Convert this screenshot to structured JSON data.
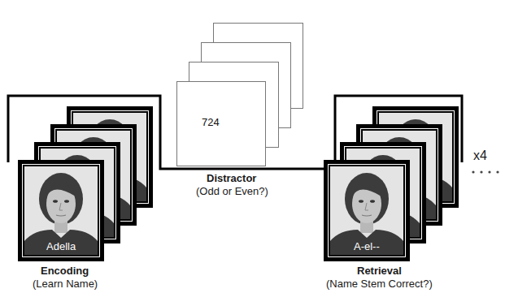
{
  "diagram": {
    "nodes": [
      {
        "text": [
          "Adella"
        ]
      },
      {
        "text": [
          "724"
        ]
      },
      {
        "text": [
          "A-el--"
        ]
      }
    ],
    "labels": [
      "Encoding",
      "(Learn Name)",
      "Distractor",
      "(Odd or Even?)",
      "Retrieval",
      "(Name Stem Correct?)",
      "x4"
    ]
  }
}
